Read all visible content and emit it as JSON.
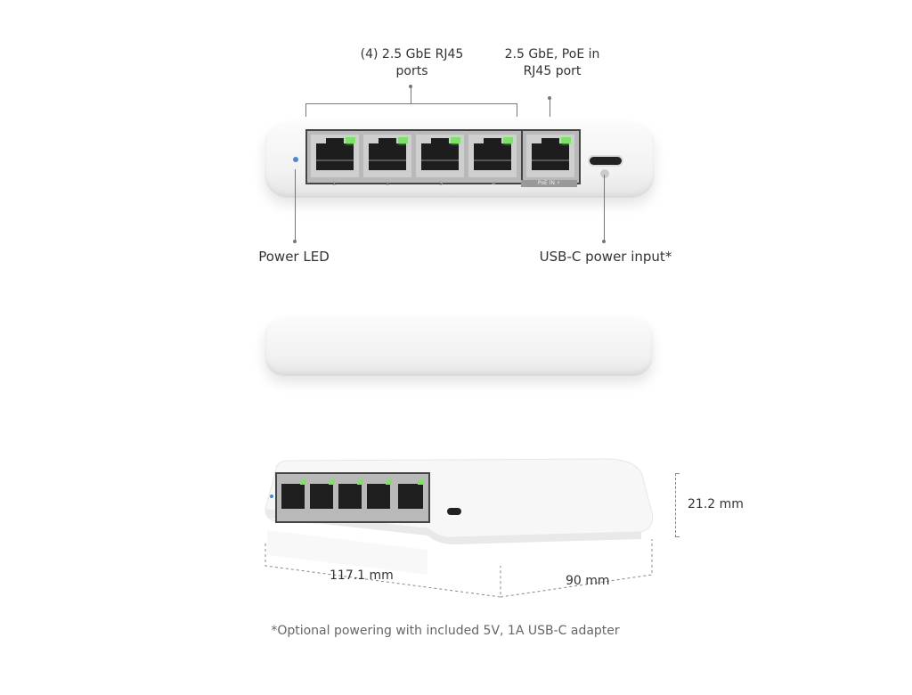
{
  "callouts": {
    "ports": "(4) 2.5 GbE RJ45\nports",
    "ports_line1": "(4) 2.5 GbE RJ45",
    "ports_line2": "ports",
    "poe_line1": "2.5 GbE, PoE in",
    "poe_line2": "RJ45 port",
    "power_led": "Power LED",
    "usb_c": "USB-C power input*"
  },
  "device": {
    "port_numbers": [
      "1",
      "2",
      "3",
      "4"
    ],
    "poe_label": "PoE IN ⚡",
    "led_color": "#4a86d8",
    "link_led_color": "#7fe06a"
  },
  "dimensions": {
    "height": "21.2 mm",
    "width": "117.1 mm",
    "depth": "90 mm"
  },
  "footnote": "*Optional powering with included 5V, 1A USB-C adapter"
}
